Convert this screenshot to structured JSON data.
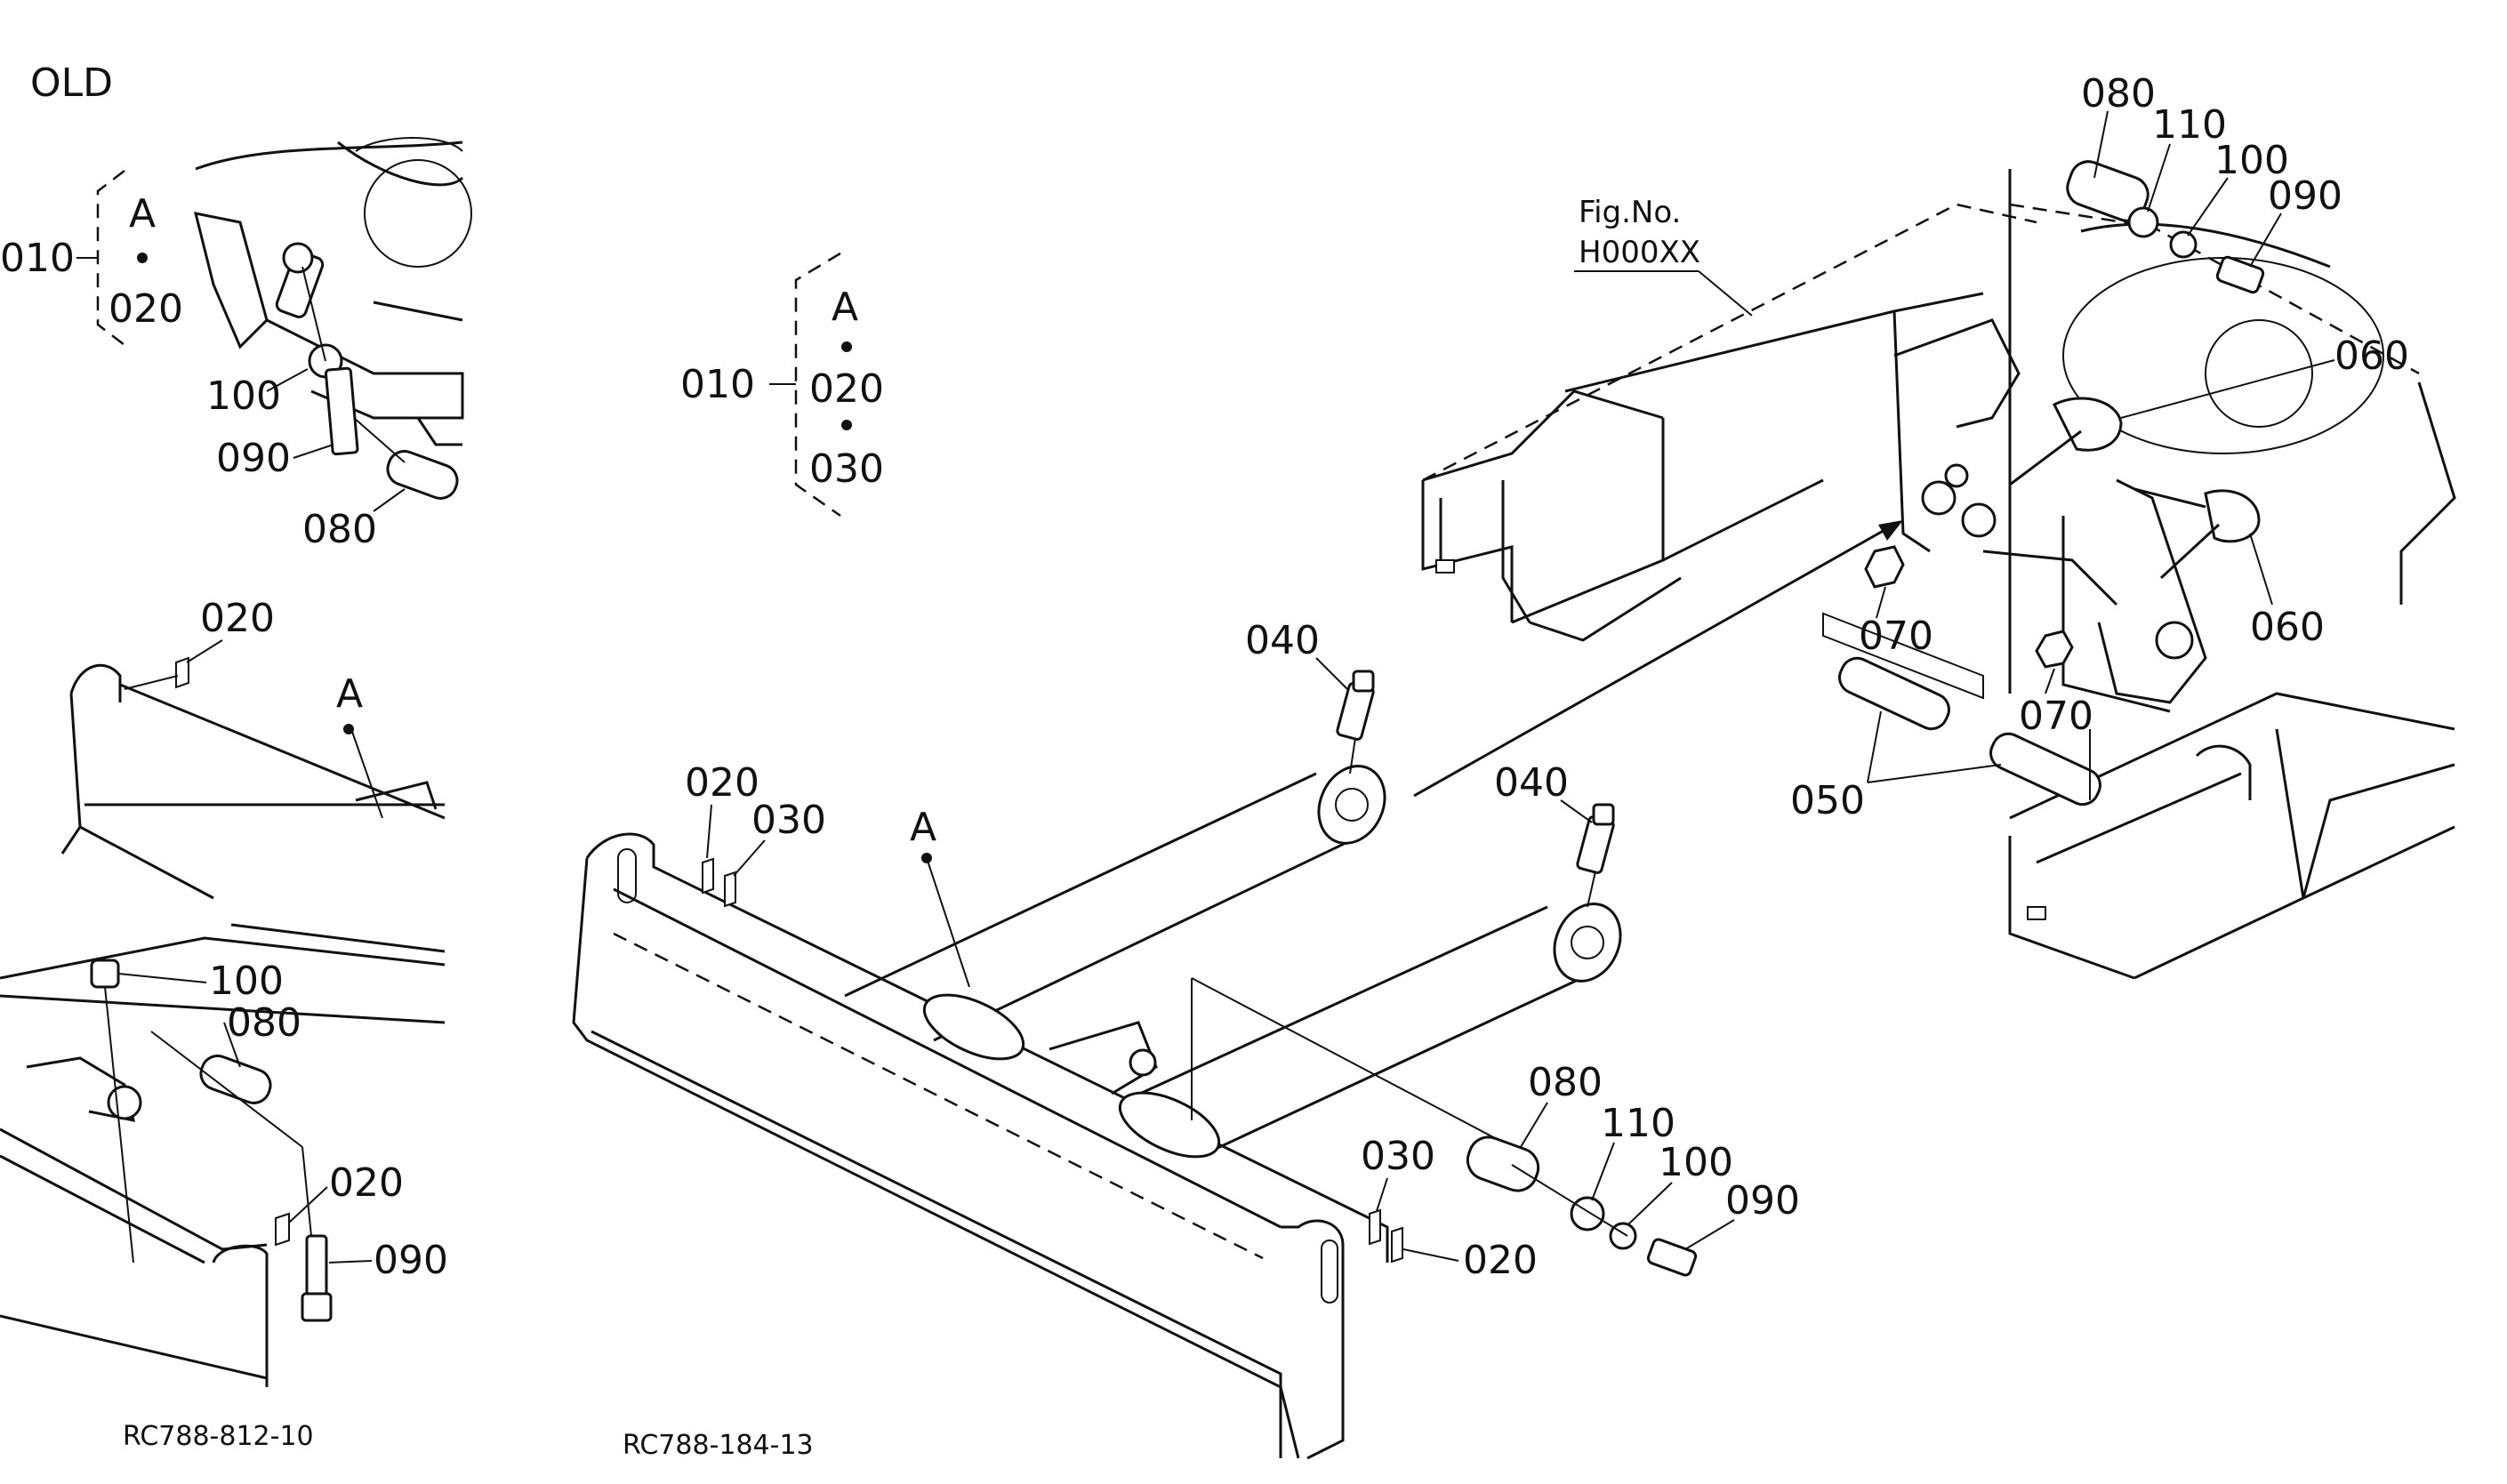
{
  "header": {
    "old_label": "OLD"
  },
  "old_group": {
    "bracket_id": "010",
    "bracket_letter": "A",
    "bracket_item": "020",
    "callouts": [
      "100",
      "090",
      "080",
      "020",
      "A",
      "100",
      "080",
      "020",
      "090"
    ]
  },
  "main_group": {
    "bracket_id": "010",
    "bracket_letter": "A",
    "bracket_items": [
      "020",
      "030"
    ],
    "callouts": [
      "040",
      "040",
      "020",
      "030",
      "A",
      "080",
      "110",
      "100",
      "090",
      "030",
      "020"
    ]
  },
  "frame_group": {
    "fig_ref_line1": "Fig.No.",
    "fig_ref_line2": "H000XX",
    "callouts": [
      "080",
      "110",
      "100",
      "090",
      "060",
      "060",
      "070",
      "070",
      "050"
    ]
  },
  "footer": {
    "old_code": "RC788-812-10",
    "main_code": "RC788-184-13"
  }
}
